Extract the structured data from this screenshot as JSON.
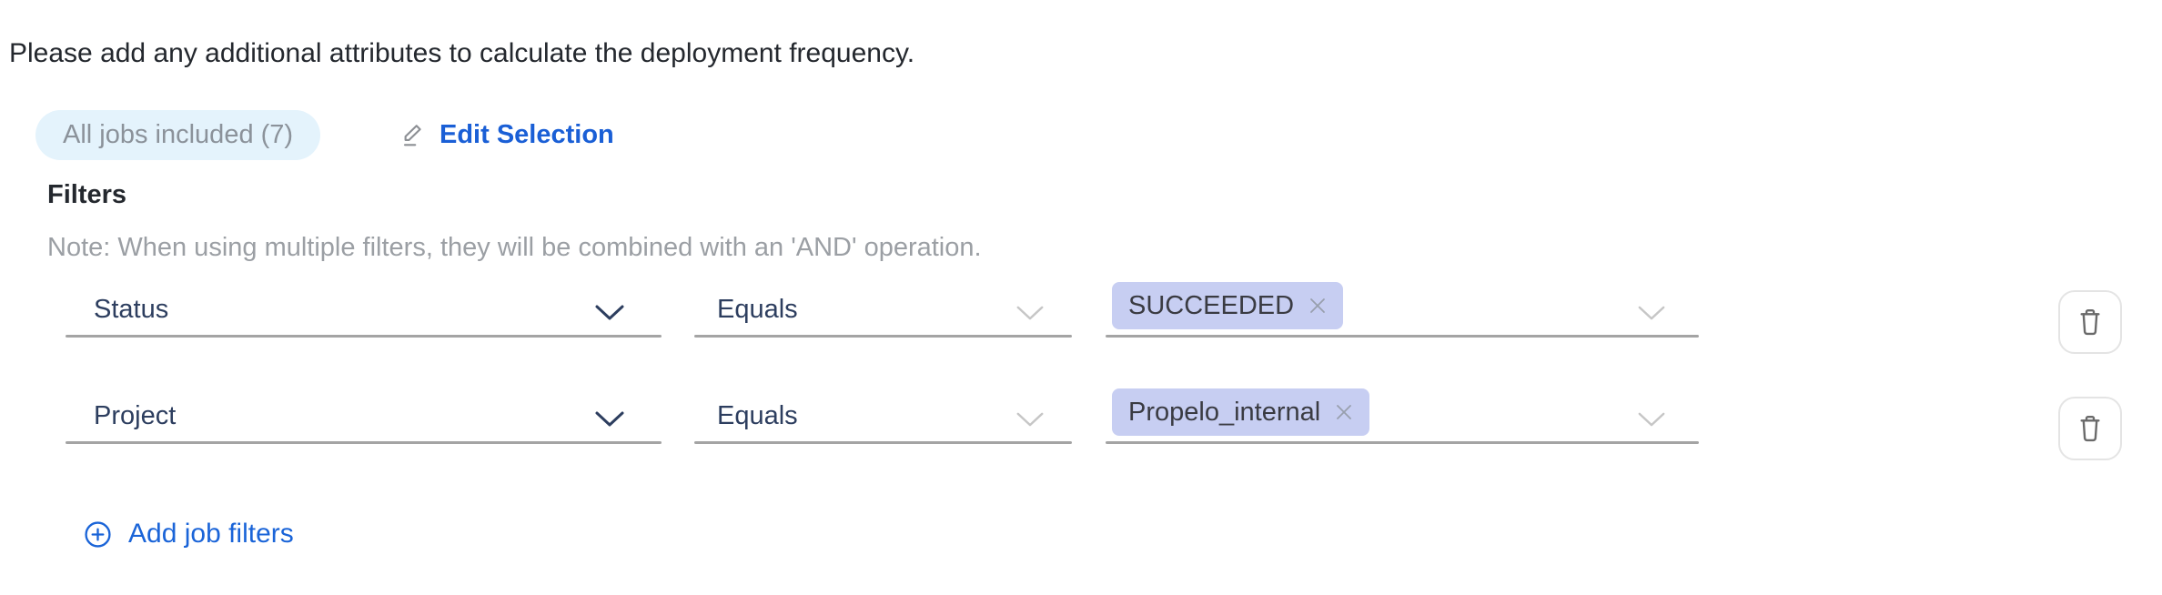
{
  "instruction": "Please add any additional attributes to calculate the deployment frequency.",
  "selection": {
    "badge": "All jobs included (7)",
    "edit_action": "Edit Selection"
  },
  "filters": {
    "heading": "Filters",
    "note": "Note: When using multiple filters, they will be combined with an 'AND' operation.",
    "add_action": "Add job filters",
    "rows": [
      {
        "attribute": "Status",
        "operator": "Equals",
        "values": [
          "SUCCEEDED"
        ]
      },
      {
        "attribute": "Project",
        "operator": "Equals",
        "values": [
          "Propelo_internal"
        ]
      }
    ]
  },
  "icons": {
    "edit": "pencil-icon",
    "remove_value": "close-icon",
    "delete_row": "trash-icon",
    "add": "plus-circle-icon",
    "dropdown": "chevron-down-icon"
  },
  "colors": {
    "accent_blue": "#1a64d8",
    "badge_bg": "#e4f3fc",
    "badge_text": "#8b929a",
    "select_text": "#2d3e5f",
    "tag_bg": "#c7cef2",
    "note_text": "#9b9fa4",
    "underline": "#a4a4a4"
  }
}
